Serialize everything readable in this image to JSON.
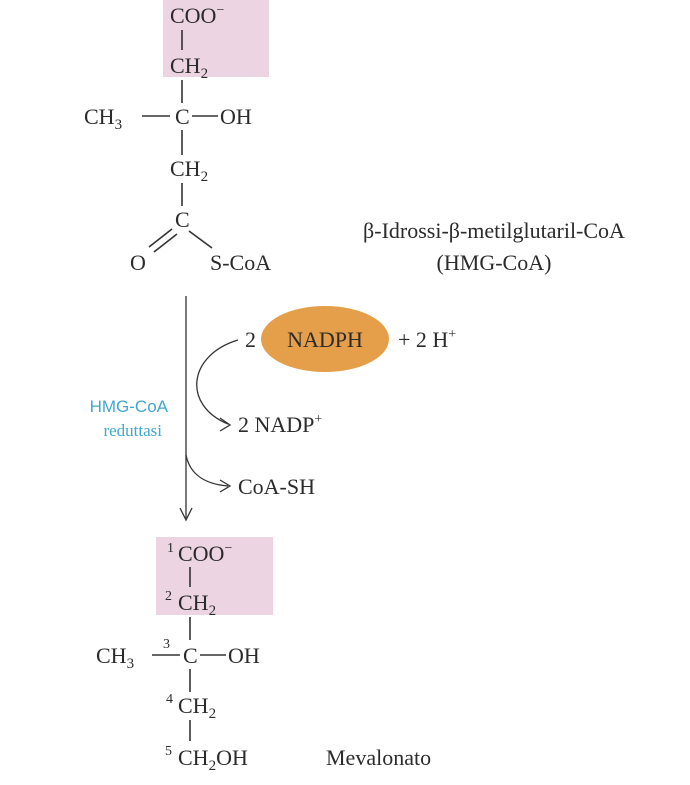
{
  "substrate": {
    "coo": "COO",
    "coo_charge": "−",
    "ch2_top": "CH",
    "ch2_top_sub": "2",
    "ch3": "CH",
    "ch3_sub": "3",
    "c_center": "C",
    "oh": "OH",
    "ch2_mid": "CH",
    "ch2_mid_sub": "2",
    "c_thio": "C",
    "o": "O",
    "s_coa": "S-CoA",
    "name": "β-Idrossi-β-metilglutaril-CoA",
    "abbrev": "(HMG-CoA)"
  },
  "reaction": {
    "enzyme_line1": "HMG-CoA",
    "enzyme_line2": "reduttasi",
    "nadph_coef": "2",
    "nadph": "NADPH",
    "h_plus": "+ 2 H",
    "h_plus_sup": "+",
    "nadp": "2 NADP",
    "nadp_sup": "+",
    "coash": "CoA-SH"
  },
  "product": {
    "n1": "1",
    "coo": "COO",
    "coo_charge": "−",
    "n2": "2",
    "ch2_2": "CH",
    "ch2_2_sub": "2",
    "ch3": "CH",
    "ch3_sub": "3",
    "n3": "3",
    "c3": "C",
    "oh": "OH",
    "n4": "4",
    "ch2_4": "CH",
    "ch2_4_sub": "2",
    "n5": "5",
    "ch2oh_a": "CH",
    "ch2oh_sub": "2",
    "ch2oh_b": "OH",
    "name": "Mevalonato"
  },
  "colors": {
    "highlight": "#ecd4e2",
    "nadph_fill": "#e59f4a",
    "enzyme_text": "#3fa8d0",
    "line": "#333333"
  }
}
